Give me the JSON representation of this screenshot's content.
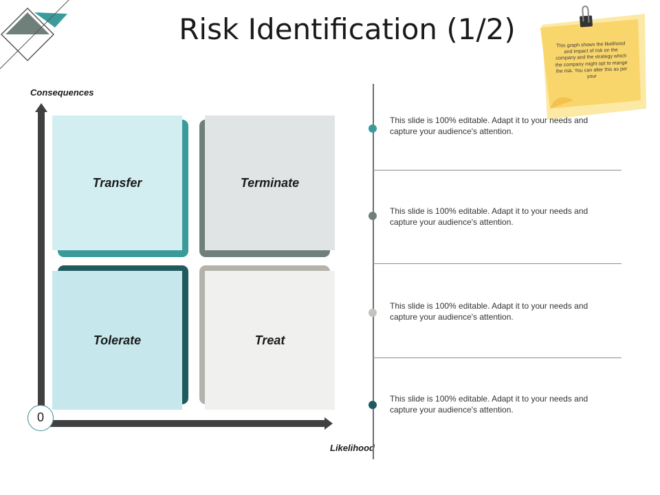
{
  "slide": {
    "title": "Risk Identification (1/2)",
    "sticky_note": "This graph shows the likelihood and impact of risk on the company and the strategy which the company might opt to mange the risk. You can alter this as per your"
  },
  "axes": {
    "y_label": "Consequences",
    "x_label": "Likelihood",
    "origin_label": "0"
  },
  "quadrants": [
    {
      "label": "Transfer",
      "front_color": "#d3eef1",
      "back_color": "#3b9b9b"
    },
    {
      "label": "Terminate",
      "front_color": "#e1e4e4",
      "back_color": "#6f7f7a"
    },
    {
      "label": "Tolerate",
      "front_color": "#c6e8ed",
      "back_color": "#1f5a5e"
    },
    {
      "label": "Treat",
      "front_color": "#f0f0ef",
      "back_color": "#b3b3ac"
    }
  ],
  "items": [
    {
      "text": "This slide is 100% editable. Adapt it to your needs and capture your audience's attention.",
      "dot_color": "#3b9b9b"
    },
    {
      "text": "This slide is 100% editable. Adapt it to your needs and capture your audience's attention.",
      "dot_color": "#6f7f7a"
    },
    {
      "text": "This slide is 100% editable. Adapt it to your needs and capture your audience's attention.",
      "dot_color": "#c4c4bf"
    },
    {
      "text": "This slide is 100% editable. Adapt it to your needs and capture your audience's attention.",
      "dot_color": "#1f5a5e"
    }
  ]
}
